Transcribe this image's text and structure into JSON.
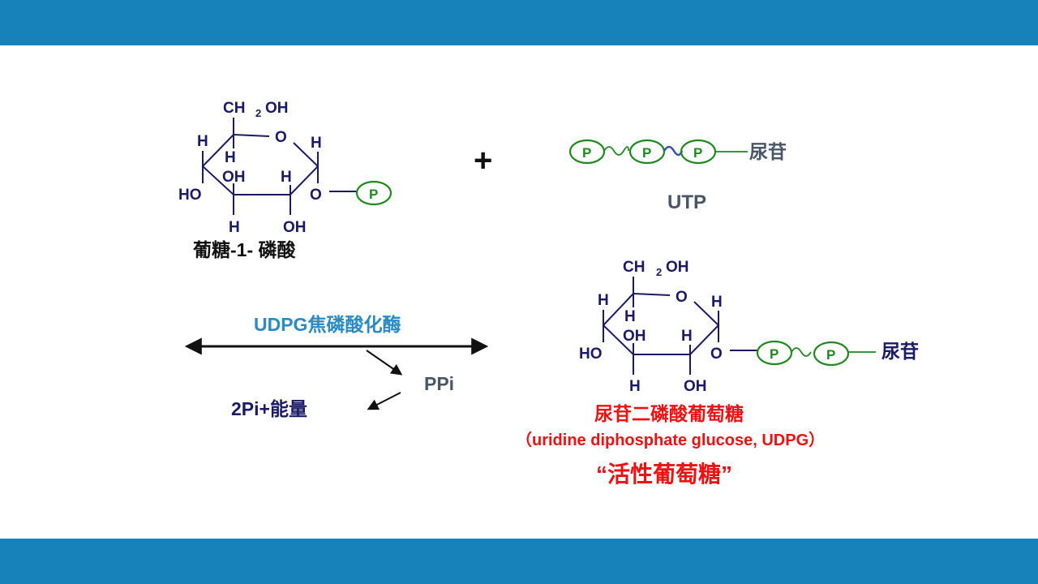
{
  "colors": {
    "header_bar": "#1781b9",
    "enzyme_text": "#2a8ac4",
    "product_text": "#ee1111",
    "structure": "#1a1a66",
    "phosphate": "#1e8a1e"
  },
  "glucose1p": {
    "ch2oh": "CH",
    "ch2oh_sub": "2",
    "ch2oh_tail": "OH",
    "ring_o": "O",
    "h_top_left": "H",
    "h_inner_left": "H",
    "h_top_right": "H",
    "oh_inner": "OH",
    "h_inner_right": "H",
    "ho_left": "HO",
    "o_link": "O",
    "h_bottom": "H",
    "oh_bottom": "OH",
    "phosphate": "P",
    "name": "葡糖-1- 磷酸"
  },
  "plus_sign": "+",
  "utp": {
    "p1": "P",
    "p2": "P",
    "p3": "P",
    "nucleoside": "尿苷",
    "name": "UTP"
  },
  "reaction": {
    "enzyme": "UDPG焦磷酸化酶",
    "byproduct": "PPi",
    "hydrolysis": "2Pi+能量"
  },
  "udpg": {
    "ch2oh": "CH",
    "ch2oh_sub": "2",
    "ch2oh_tail": "OH",
    "ring_o": "O",
    "h_top_left": "H",
    "h_inner_left": "H",
    "h_top_right": "H",
    "oh_inner": "OH",
    "h_inner_right": "H",
    "ho_left": "HO",
    "o_link": "O",
    "h_bottom": "H",
    "oh_bottom": "OH",
    "p1": "P",
    "p2": "P",
    "nucleoside": "尿苷",
    "name_cn": "尿苷二磷酸葡萄糖",
    "name_en": "（uridine diphosphate glucose, UDPG）",
    "nickname": "“活性葡萄糖”"
  }
}
